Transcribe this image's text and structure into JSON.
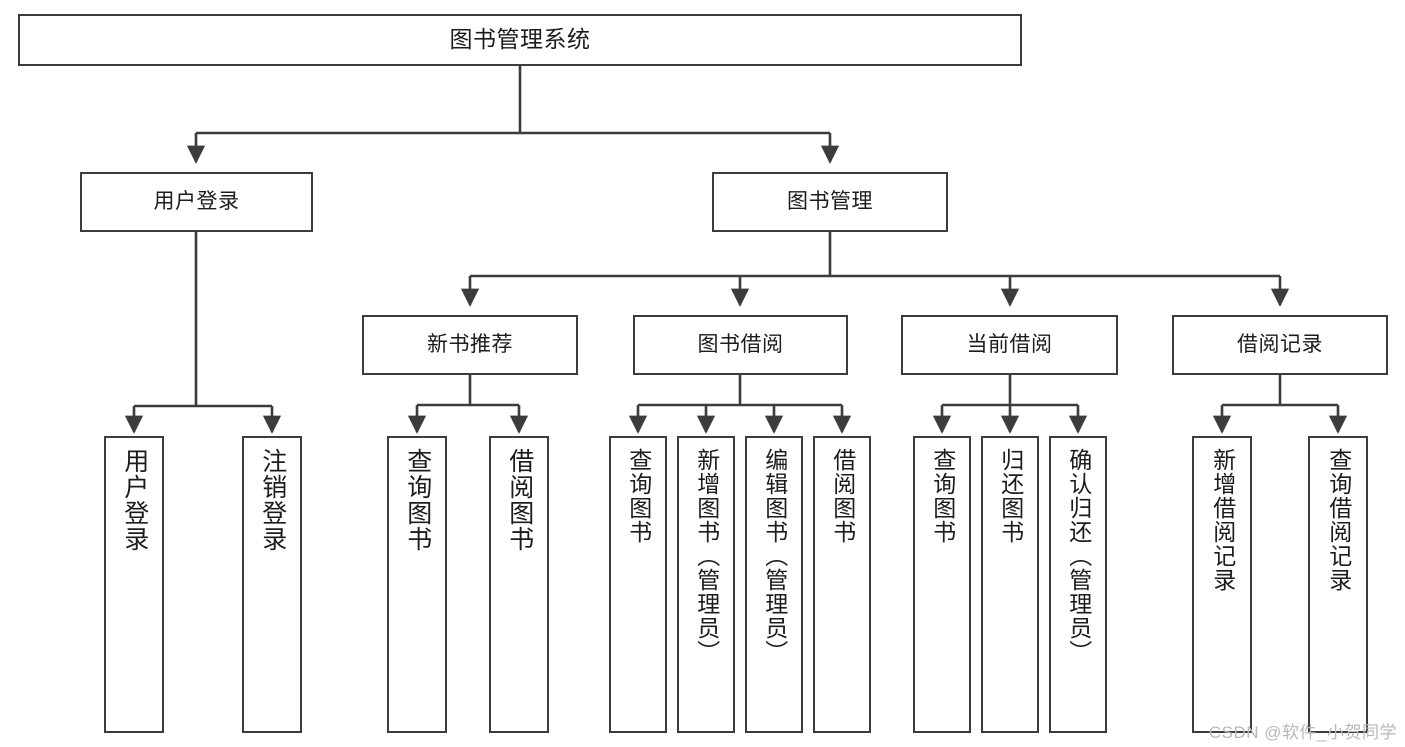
{
  "diagram": {
    "title": "图书管理系统",
    "watermark": "CSDN @软件_小贺同学",
    "colors": {
      "background": "#ffffff",
      "border": "#3c3c3c",
      "connector": "#3c3c3c",
      "text": "#1c1c1c",
      "watermark": "#b9b9b9"
    },
    "root": {
      "label": "图书管理系统"
    },
    "level1": [
      {
        "label": "用户登录"
      },
      {
        "label": "图书管理"
      }
    ],
    "level2": [
      {
        "label": "新书推荐"
      },
      {
        "label": "图书借阅"
      },
      {
        "label": "当前借阅"
      },
      {
        "label": "借阅记录"
      }
    ],
    "leaves": {
      "user_login": [
        {
          "label": "用户登录"
        },
        {
          "label": "注销登录"
        }
      ],
      "new_book_recommend": [
        {
          "label": "查询图书"
        },
        {
          "label": "借阅图书"
        }
      ],
      "book_borrow": [
        {
          "label": "查询图书"
        },
        {
          "label": "新增图书（管理员）"
        },
        {
          "label": "编辑图书（管理员）"
        },
        {
          "label": "借阅图书"
        }
      ],
      "current_borrow": [
        {
          "label": "查询图书"
        },
        {
          "label": "归还图书"
        },
        {
          "label": "确认归还（管理员）"
        }
      ],
      "borrow_record": [
        {
          "label": "新增借阅记录"
        },
        {
          "label": "查询借阅记录"
        }
      ]
    }
  }
}
